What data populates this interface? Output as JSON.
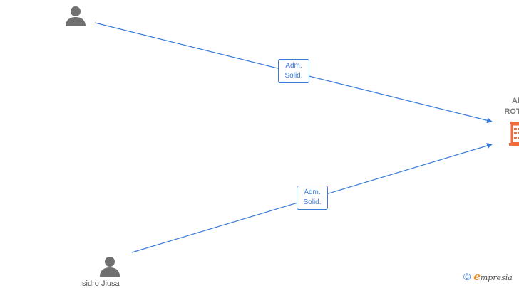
{
  "edges": [
    {
      "label_line1": "Adm.",
      "label_line2": "Solid."
    },
    {
      "label_line1": "Adm.",
      "label_line2": "Solid."
    }
  ],
  "company": {
    "name_line1": "AN",
    "name_line2": "ROTET"
  },
  "people": [
    {
      "name": ""
    },
    {
      "name": "Isidro Jiusa"
    }
  ],
  "watermark": {
    "symbol": "©",
    "brand_initial": "e",
    "brand_rest": "mpresia"
  },
  "colors": {
    "edge": "#3a7bd5",
    "person": "#707070",
    "company": "#f26b3a",
    "brand_orange": "#f08c1e"
  }
}
